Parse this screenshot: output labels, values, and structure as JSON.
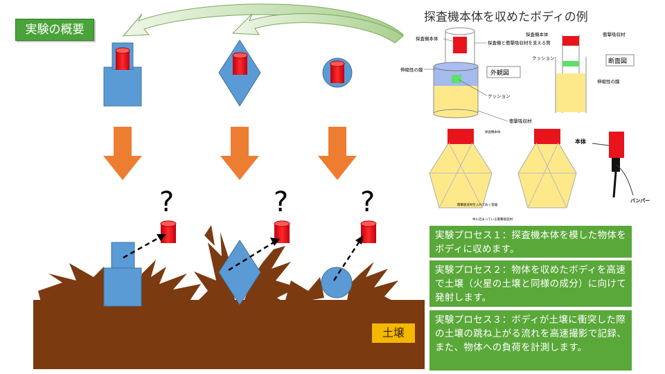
{
  "header": {
    "title": "実験の概要",
    "right_title": "探査機本体を収めたボディの例"
  },
  "soil_label": "土壌",
  "question_mark": "?",
  "diagram_labels": {
    "body_main": "探査機本体",
    "support_tube": "探査機と衝撃吸収材を支える筒",
    "stretch_film": "伸縮性の膜",
    "cushion": "クッション",
    "absorber": "衝撃吸収材",
    "exterior_view": "外観図",
    "cross_section": "断面図",
    "body_main_small": "探査機本体",
    "absorber_small": "衝撃吸収材",
    "absorber_inside": "衝撃吸収材を入れておく容器",
    "absorber_packed": "中に詰まっている衝撃吸収材",
    "hontai": "本体",
    "bumper": "バンパー"
  },
  "processes": [
    "実験プロセス１：探査機本体を模した物体をボディに収めます。",
    "実験プロセス２：物体を収めたボディを高速で土壌（火星の土壌と同様の成分）に向けて発射します。",
    "実験プロセス３：ボディが土壌に衝突した際の土壌の跳ね上がる流れを高速撮影で記録、また、物体への負荷を計測します。"
  ],
  "colors": {
    "title_green": "#4aa33a",
    "process_green": "#5aa83a",
    "body_blue": "#5b9bd5",
    "capsule_red": "#e8141c",
    "arrow_orange": "#ed7d31",
    "soil_brown": "#7b3a10",
    "soil_label_yellow": "#f5b800",
    "cushion_yellow": "#fde98a"
  }
}
